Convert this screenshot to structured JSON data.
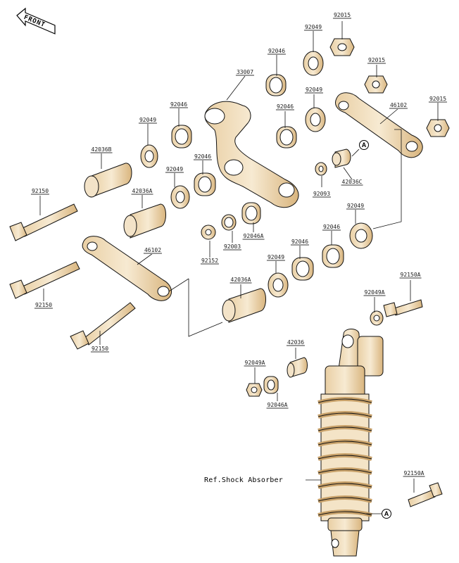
{
  "diagram": {
    "direction_label": "FRONT",
    "reference_note": "Ref.Shock Absorber",
    "callout_letter": "A",
    "part_labels": {
      "p92015_a": "92015",
      "p92049_a": "92049",
      "p92046_a": "92046",
      "p92015_b": "92015",
      "p33007": "33007",
      "p92049_b": "92049",
      "p92046_b": "92046",
      "p46102_a": "46102",
      "p92015_c": "92015",
      "p92046_c": "92046",
      "p92049_c": "92049",
      "p42036b": "42036B",
      "p92046_d": "92046",
      "p92049_d": "92049",
      "p42036c": "42036C",
      "p92150_a": "92150",
      "p42036a_a": "42036A",
      "p92093": "92093",
      "p92049_e": "92049",
      "p92046a_a": "92046A",
      "p92046_e": "92046",
      "p92003": "92003",
      "p92152": "92152",
      "p46102_b": "46102",
      "p92049_f": "92049",
      "p92046_f": "92046",
      "p92150a_a": "92150A",
      "p42036a_b": "42036A",
      "p92049a_a": "92049A",
      "p92150_b": "92150",
      "p92150_c": "92150",
      "p42036": "42036",
      "p92049a_b": "92049A",
      "p92046a_b": "92046A",
      "p92150a_b": "92150A"
    }
  }
}
